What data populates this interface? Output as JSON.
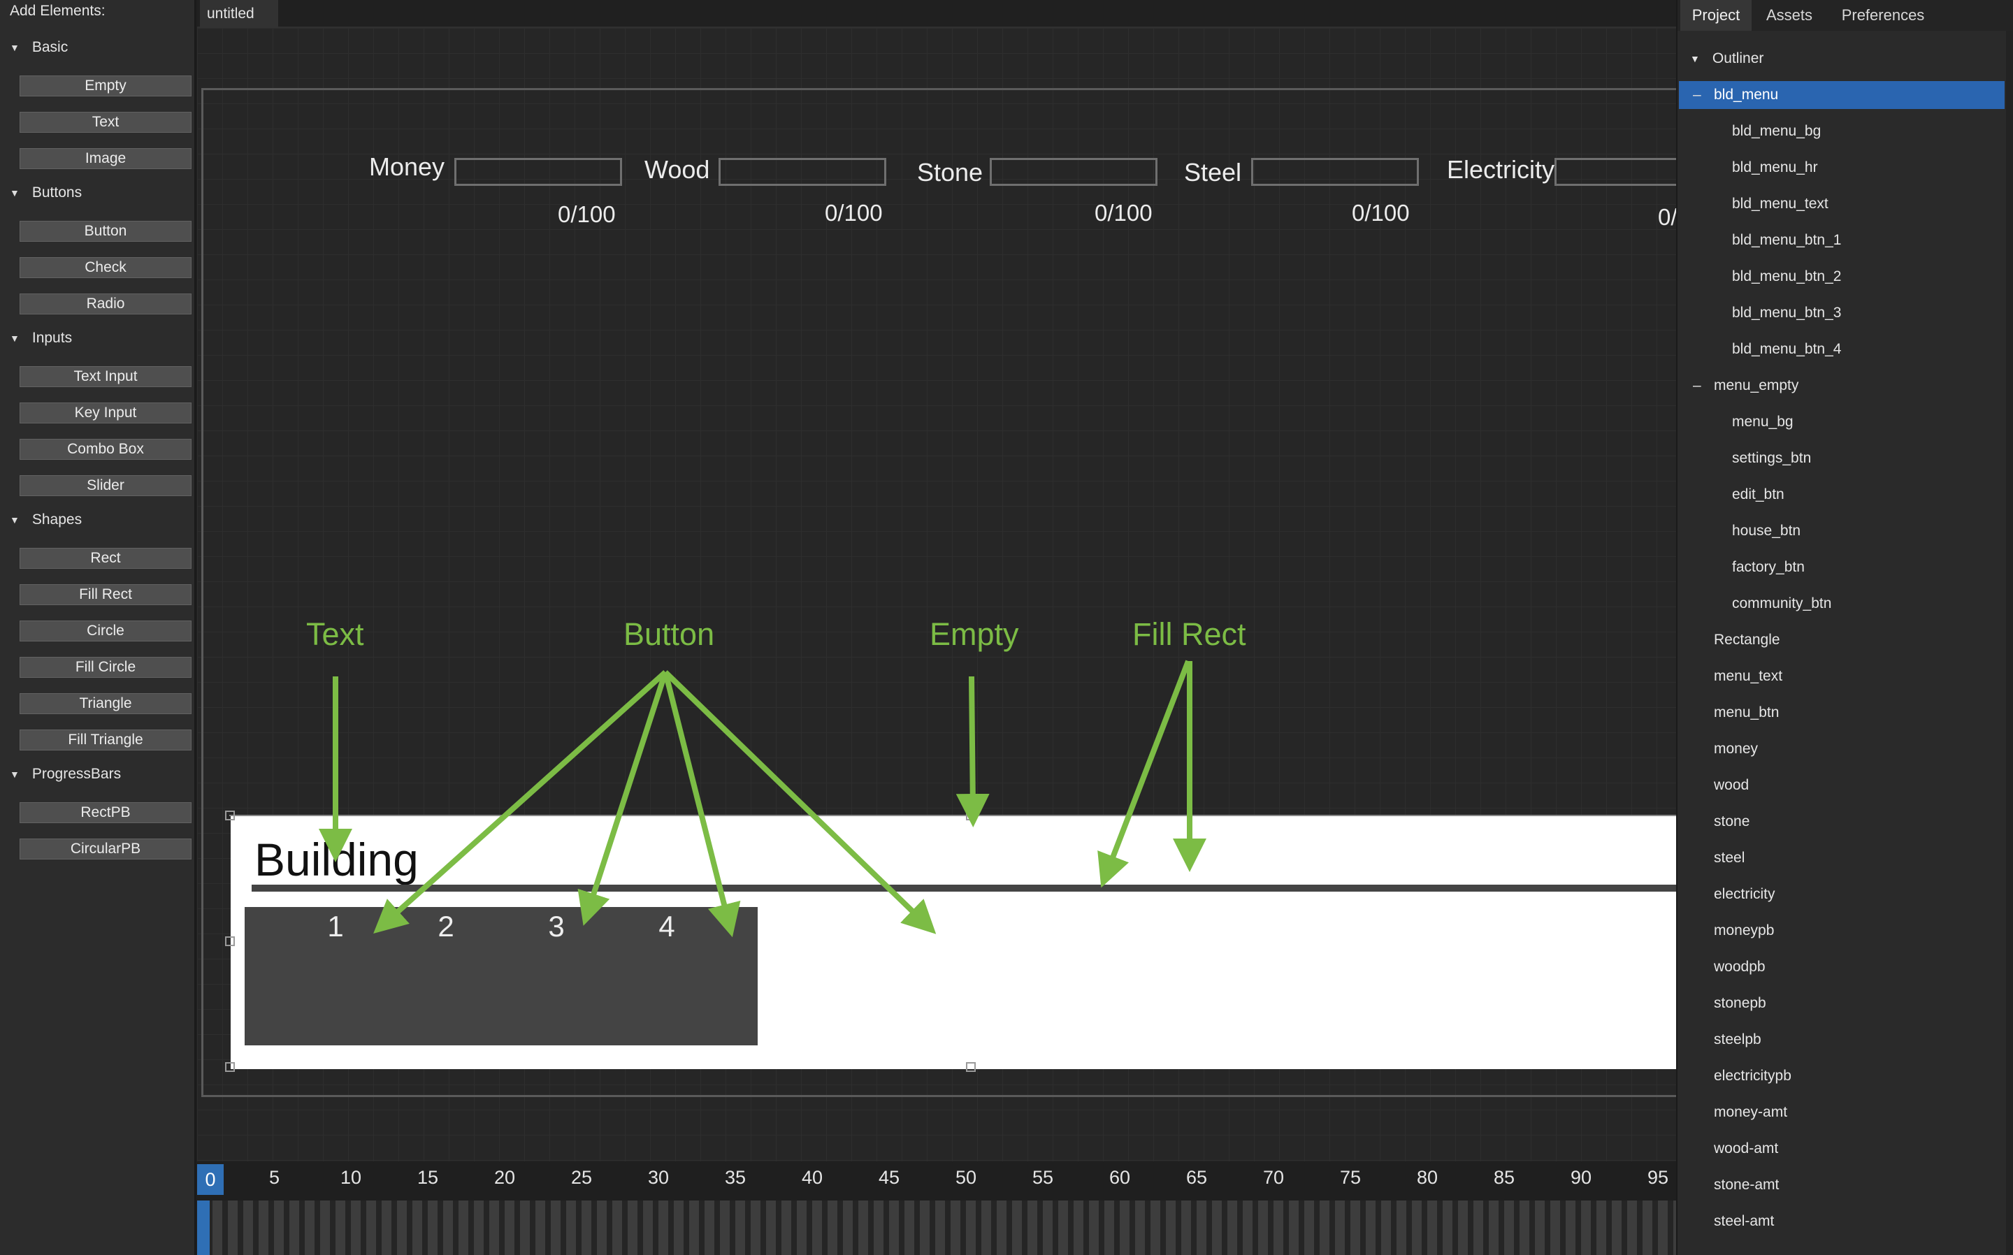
{
  "left_panel": {
    "title": "Add Elements:",
    "sections": [
      {
        "label": "Basic",
        "buttons": [
          "Empty",
          "Text",
          "Image"
        ]
      },
      {
        "label": "Buttons",
        "buttons": [
          "Button",
          "Check",
          "Radio"
        ]
      },
      {
        "label": "Inputs",
        "buttons": [
          "Text Input",
          "Key Input",
          "Combo Box",
          "Slider"
        ]
      },
      {
        "label": "Shapes",
        "buttons": [
          "Rect",
          "Fill Rect",
          "Circle",
          "Fill Circle",
          "Triangle",
          "Fill Triangle"
        ]
      },
      {
        "label": "ProgressBars",
        "buttons": [
          "RectPB",
          "CircularPB"
        ]
      }
    ]
  },
  "canvas": {
    "tab": "untitled",
    "resources": [
      {
        "label": "Money",
        "amount": "0/100"
      },
      {
        "label": "Wood",
        "amount": "0/100"
      },
      {
        "label": "Stone",
        "amount": "0/100"
      },
      {
        "label": "Steel",
        "amount": "0/100"
      },
      {
        "label": "Electricity",
        "amount": "0/"
      }
    ],
    "building_menu": {
      "title": "Building",
      "buttons": [
        "1",
        "2",
        "3",
        "4"
      ]
    },
    "annotations": {
      "text": "Text",
      "button": "Button",
      "empty": "Empty",
      "fill_rect": "Fill Rect",
      "color": "#7cbc45"
    }
  },
  "timeline": {
    "ticks": [
      "0",
      "5",
      "10",
      "15",
      "20",
      "25",
      "30",
      "35",
      "40",
      "45",
      "50",
      "55",
      "60",
      "65",
      "70",
      "75",
      "80",
      "85",
      "90",
      "95"
    ],
    "current": "0",
    "accent": "#2f6fb5"
  },
  "right_panel": {
    "tabs": [
      "Project",
      "Assets",
      "Preferences"
    ],
    "outliner_label": "Outliner",
    "selected_color": "#2a65b0",
    "items": [
      {
        "label": "bld_menu",
        "level": 0,
        "group": true,
        "selected": true
      },
      {
        "label": "bld_menu_bg",
        "level": 1
      },
      {
        "label": "bld_menu_hr",
        "level": 1
      },
      {
        "label": "bld_menu_text",
        "level": 1
      },
      {
        "label": "bld_menu_btn_1",
        "level": 1
      },
      {
        "label": "bld_menu_btn_2",
        "level": 1
      },
      {
        "label": "bld_menu_btn_3",
        "level": 1
      },
      {
        "label": "bld_menu_btn_4",
        "level": 1
      },
      {
        "label": "menu_empty",
        "level": 0,
        "group": true
      },
      {
        "label": "menu_bg",
        "level": 1
      },
      {
        "label": "settings_btn",
        "level": 1
      },
      {
        "label": "edit_btn",
        "level": 1
      },
      {
        "label": "house_btn",
        "level": 1
      },
      {
        "label": "factory_btn",
        "level": 1
      },
      {
        "label": "community_btn",
        "level": 1
      },
      {
        "label": "Rectangle",
        "level": 0
      },
      {
        "label": "menu_text",
        "level": 0
      },
      {
        "label": "menu_btn",
        "level": 0
      },
      {
        "label": "money",
        "level": 0
      },
      {
        "label": "wood",
        "level": 0
      },
      {
        "label": "stone",
        "level": 0
      },
      {
        "label": "steel",
        "level": 0
      },
      {
        "label": "electricity",
        "level": 0
      },
      {
        "label": "moneypb",
        "level": 0
      },
      {
        "label": "woodpb",
        "level": 0
      },
      {
        "label": "stonepb",
        "level": 0
      },
      {
        "label": "steelpb",
        "level": 0
      },
      {
        "label": "electricitypb",
        "level": 0
      },
      {
        "label": "money-amt",
        "level": 0
      },
      {
        "label": "wood-amt",
        "level": 0
      },
      {
        "label": "stone-amt",
        "level": 0
      },
      {
        "label": "steel-amt",
        "level": 0
      }
    ]
  }
}
